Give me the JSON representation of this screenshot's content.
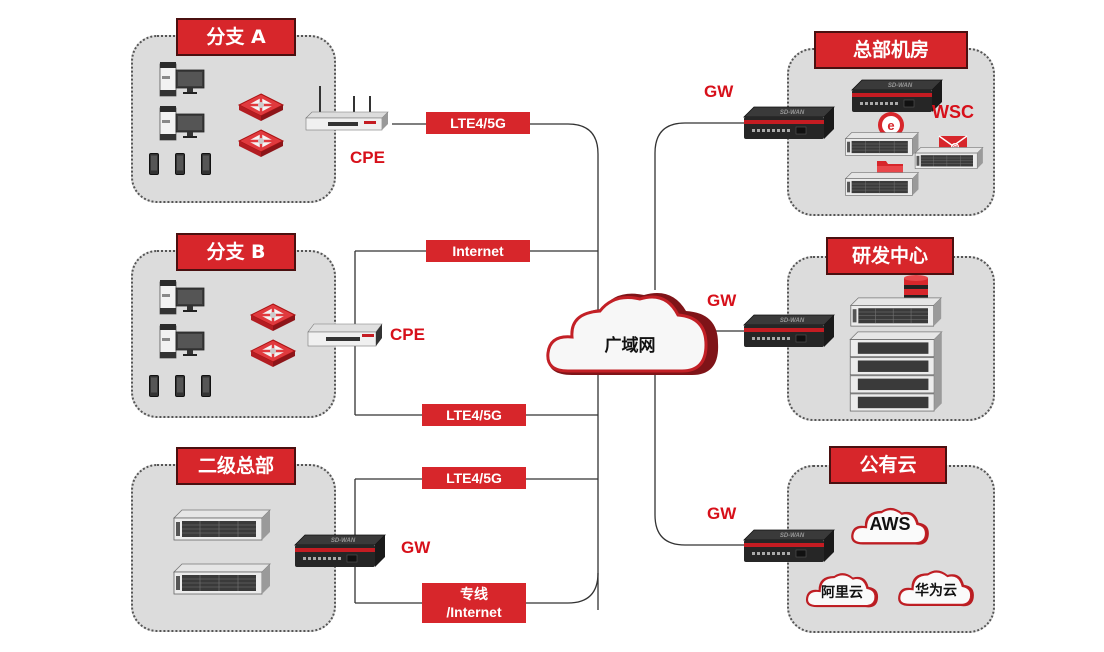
{
  "diagram": {
    "center": {
      "label": "广域网",
      "icon": "wan-cloud-icon"
    },
    "left_sites": [
      {
        "id": "branch-a",
        "title": "分支 A",
        "devices": [
          "desktop-pc",
          "desktop-pc",
          "mobile-phone",
          "mobile-phone",
          "mobile-phone",
          "wireless-ap",
          "wireless-ap"
        ],
        "edge": {
          "label": "CPE",
          "device": "router-with-antennas"
        },
        "links": [
          "LTE4/5G"
        ]
      },
      {
        "id": "branch-b",
        "title": "分支 B",
        "devices": [
          "desktop-pc",
          "desktop-pc",
          "mobile-phone",
          "mobile-phone",
          "mobile-phone",
          "wireless-ap",
          "wireless-ap"
        ],
        "edge": {
          "label": "CPE",
          "device": "desktop-switch"
        },
        "links": [
          "Internet",
          "LTE4/5G"
        ]
      },
      {
        "id": "secondary-hq",
        "title": "二级总部",
        "devices": [
          "rack-server",
          "rack-server"
        ],
        "edge": {
          "label": "GW",
          "device": "sd-wan-appliance"
        },
        "links": [
          "LTE4/5G",
          "专线\n/Internet"
        ]
      }
    ],
    "right_sites": [
      {
        "id": "hq-datacenter",
        "title": "总部机房",
        "gateway": {
          "label": "GW",
          "device": "sd-wan-appliance",
          "badge": "SD-WAN"
        },
        "controller_label": "WSC",
        "devices": [
          "sd-wan-controller",
          "web-server",
          "mail-server",
          "file-server"
        ]
      },
      {
        "id": "rnd-center",
        "title": "研发中心",
        "gateway": {
          "label": "GW",
          "device": "sd-wan-appliance",
          "badge": "SD-WAN"
        },
        "devices": [
          "database-server",
          "server-rack"
        ]
      },
      {
        "id": "public-cloud",
        "title": "公有云",
        "gateway": {
          "label": "GW",
          "device": "sd-wan-appliance",
          "badge": "SD-WAN"
        },
        "clouds": [
          "AWS",
          "阿里云",
          "华为云"
        ]
      }
    ],
    "colors": {
      "accent": "#d7262b",
      "label_text": "#d7101a",
      "zone_bg": "#dcdcdc",
      "line": "#333333"
    }
  }
}
